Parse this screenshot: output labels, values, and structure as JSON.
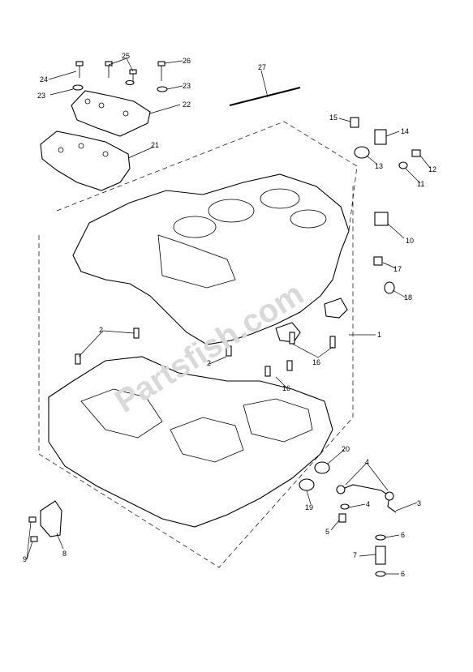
{
  "diagram": {
    "watermark": "Partsfish.com",
    "callouts": [
      {
        "id": "c1",
        "label": "1"
      },
      {
        "id": "c2a",
        "label": "2"
      },
      {
        "id": "c2b",
        "label": "2"
      },
      {
        "id": "c3",
        "label": "3"
      },
      {
        "id": "c4a",
        "label": "4"
      },
      {
        "id": "c4b",
        "label": "4"
      },
      {
        "id": "c5",
        "label": "5"
      },
      {
        "id": "c6a",
        "label": "6"
      },
      {
        "id": "c6b",
        "label": "6"
      },
      {
        "id": "c7",
        "label": "7"
      },
      {
        "id": "c8",
        "label": "8"
      },
      {
        "id": "c9",
        "label": "9"
      },
      {
        "id": "c10",
        "label": "10"
      },
      {
        "id": "c11",
        "label": "11"
      },
      {
        "id": "c12",
        "label": "12"
      },
      {
        "id": "c13",
        "label": "13"
      },
      {
        "id": "c14",
        "label": "14"
      },
      {
        "id": "c15",
        "label": "15"
      },
      {
        "id": "c16a",
        "label": "16"
      },
      {
        "id": "c16b",
        "label": "16"
      },
      {
        "id": "c17",
        "label": "17"
      },
      {
        "id": "c18",
        "label": "18"
      },
      {
        "id": "c19",
        "label": "19"
      },
      {
        "id": "c20",
        "label": "20"
      },
      {
        "id": "c21",
        "label": "21"
      },
      {
        "id": "c22",
        "label": "22"
      },
      {
        "id": "c23a",
        "label": "23"
      },
      {
        "id": "c23b",
        "label": "23"
      },
      {
        "id": "c24",
        "label": "24"
      },
      {
        "id": "c25",
        "label": "25"
      },
      {
        "id": "c26",
        "label": "26"
      },
      {
        "id": "c27",
        "label": "27"
      }
    ]
  }
}
